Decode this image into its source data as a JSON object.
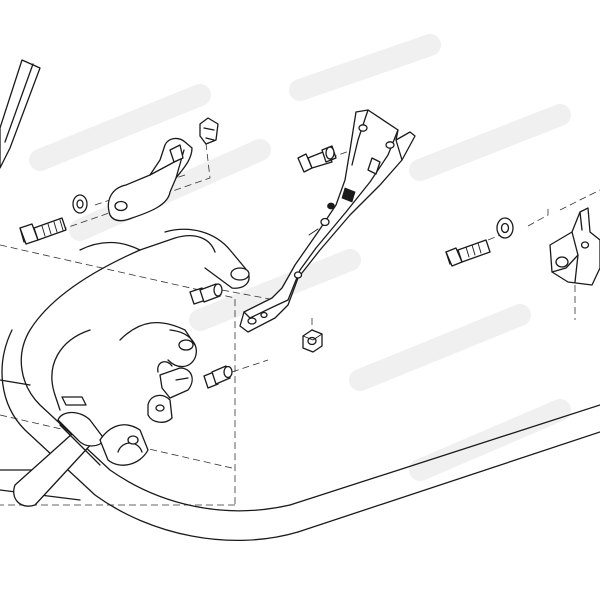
{
  "diagram": {
    "kind": "exploded-parts-view",
    "background": "#ffffff",
    "line_color": "#1a1a1a",
    "parts": [
      {
        "name": "main-bracket",
        "icon": "bracket-icon"
      },
      {
        "name": "left-bracket",
        "icon": "bracket-icon"
      },
      {
        "name": "right-bracket",
        "icon": "bracket-icon"
      },
      {
        "name": "bolt",
        "count": 3,
        "icon": "bolt-icon"
      },
      {
        "name": "screw",
        "count": 4,
        "icon": "screw-icon"
      },
      {
        "name": "washer",
        "count": 2,
        "icon": "washer-icon"
      },
      {
        "name": "nut",
        "count": 1,
        "icon": "nut-icon"
      },
      {
        "name": "clip",
        "count": 1,
        "icon": "clip-icon"
      },
      {
        "name": "clamp",
        "count": 3,
        "icon": "clamp-icon"
      },
      {
        "name": "handle-frame",
        "icon": "frame-icon"
      }
    ]
  }
}
